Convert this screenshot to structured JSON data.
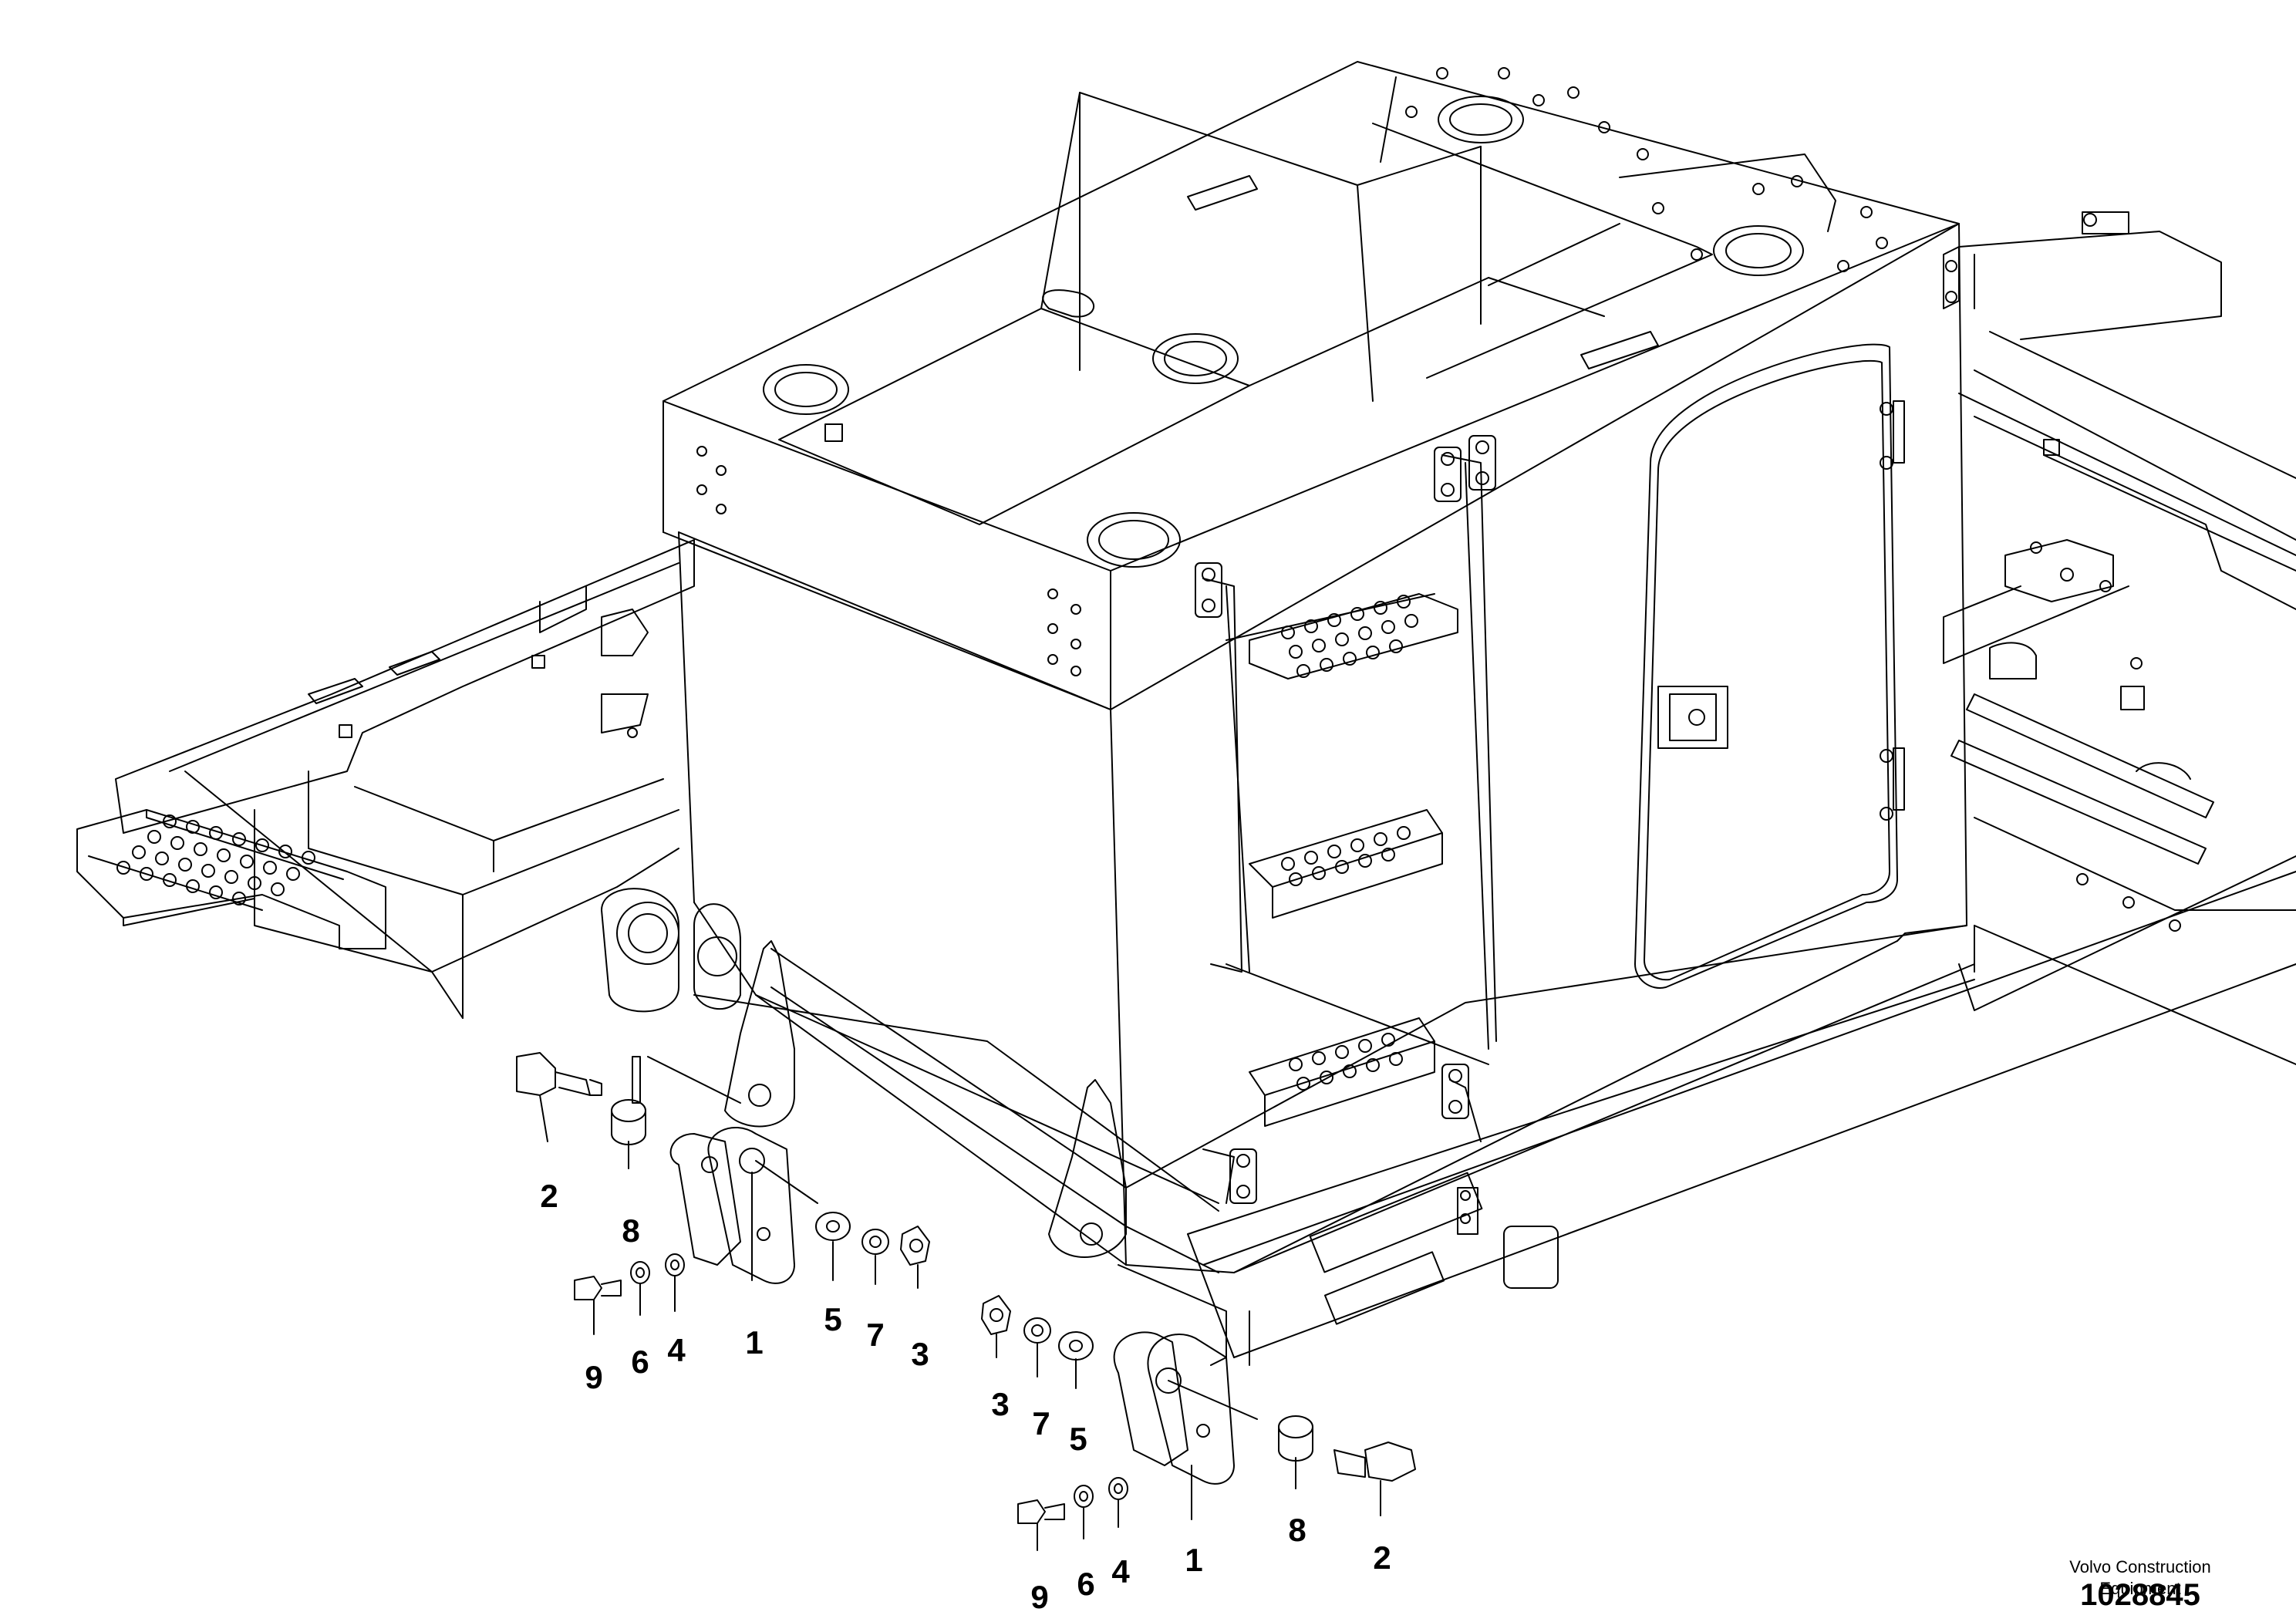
{
  "callouts": {
    "left": [
      "2",
      "8",
      "5",
      "7",
      "3",
      "9",
      "6",
      "4",
      "1"
    ],
    "right": [
      "3",
      "7",
      "5",
      "8",
      "2",
      "9",
      "6",
      "4",
      "1"
    ]
  },
  "footer": {
    "maker_line1": "Volvo Construction",
    "maker_line2": "Equipment",
    "drawing_number": "1028845"
  }
}
